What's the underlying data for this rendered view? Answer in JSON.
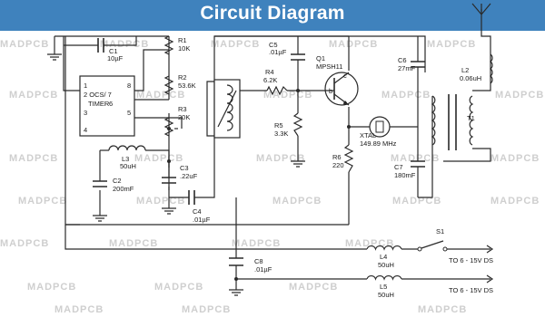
{
  "title": "Circuit Diagram",
  "watermark": "MADPCB",
  "labels": {
    "c1_name": "C1",
    "c1_val": "10µF",
    "r1_name": "R1",
    "r1_val": "10K",
    "r2_name": "R2",
    "r2_val": "53.6K",
    "r3_name": "R3",
    "r3_val": "20K",
    "ic_p1": "1",
    "ic_p8": "8",
    "ic_name1": "2 OCS/ 7",
    "ic_name2": "TIMER",
    "ic_name2_sub": "6",
    "ic_p3": "3",
    "ic_p5": "5",
    "ic_p4": "4",
    "l3_name": "L3",
    "l3_val": "50uH",
    "c2_name": "C2",
    "c2_val": "200mF",
    "c3_name": "C3",
    "c3_val": ".22uF",
    "c4_name": "C4",
    "c4_val": ".01µF",
    "c5_name": "C5",
    "c5_val": ".01µF",
    "r4_name": "R4",
    "r4_val": "6.2K",
    "r5_name": "R5",
    "r5_val": "3.3K",
    "q1_name": "Q1",
    "q1_val": "MPSH11",
    "r6_name": "R6",
    "r6_val": "220",
    "c6_name": "C6",
    "c6_val": "27mF",
    "c7_name": "C7",
    "c7_val": "180mF",
    "xtal_name": "XTAL",
    "xtal_val": "149.89 MHz",
    "l2_name": "L2",
    "l2_val": "0.06uH",
    "t1_name": "T1",
    "c8_name": "C8",
    "c8_val": ".01µF",
    "l4_name": "L4",
    "l4_val": "50uH",
    "l5_name": "L5",
    "l5_val": "50uH",
    "s1_name": "S1",
    "out1": "TO 6 - 15V DS",
    "out2": "TO 6 - 15V DS",
    "q_b": "b",
    "q_c": "c",
    "q_e": "e"
  }
}
